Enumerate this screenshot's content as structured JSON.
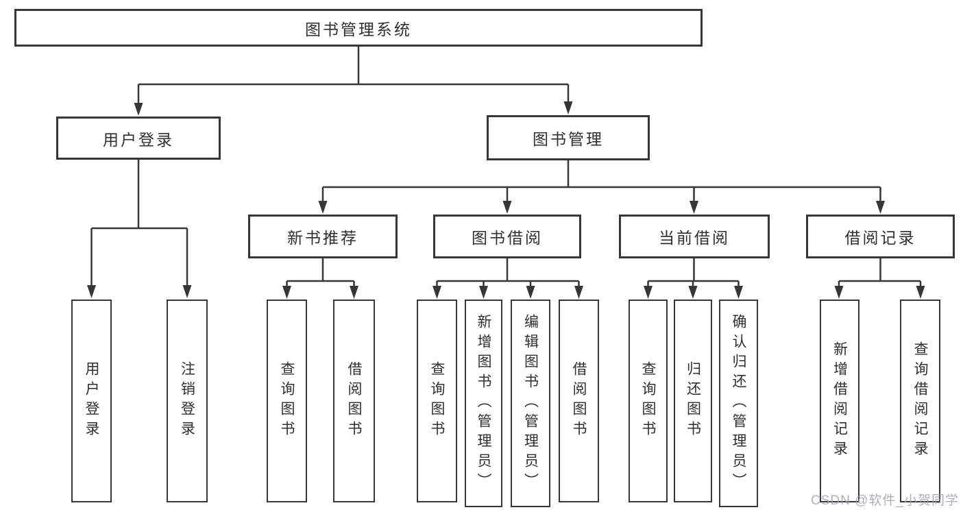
{
  "tree": {
    "root": {
      "label": "图书管理系统"
    },
    "branches": [
      {
        "label": "用户登录",
        "children": [
          {
            "label": "用户登录"
          },
          {
            "label": "注销登录"
          }
        ]
      },
      {
        "label": "图书管理",
        "children": [
          {
            "label": "新书推荐",
            "children": [
              {
                "label": "查询图书"
              },
              {
                "label": "借阅图书"
              }
            ]
          },
          {
            "label": "图书借阅",
            "children": [
              {
                "label": "查询图书"
              },
              {
                "label": "新增图书（管理员）"
              },
              {
                "label": "编辑图书（管理员）"
              },
              {
                "label": "借阅图书"
              }
            ]
          },
          {
            "label": "当前借阅",
            "children": [
              {
                "label": "查询图书"
              },
              {
                "label": "归还图书"
              },
              {
                "label": "确认归还（管理员）"
              }
            ]
          },
          {
            "label": "借阅记录",
            "children": [
              {
                "label": "新增借阅记录"
              },
              {
                "label": "查询借阅记录"
              }
            ]
          }
        ]
      }
    ]
  },
  "watermark": "CSDN @软件_小贺同学",
  "colors": {
    "line": "#363636",
    "text": "#2f2f2f",
    "background": "#ffffff",
    "watermark": "#9ea3ac"
  }
}
